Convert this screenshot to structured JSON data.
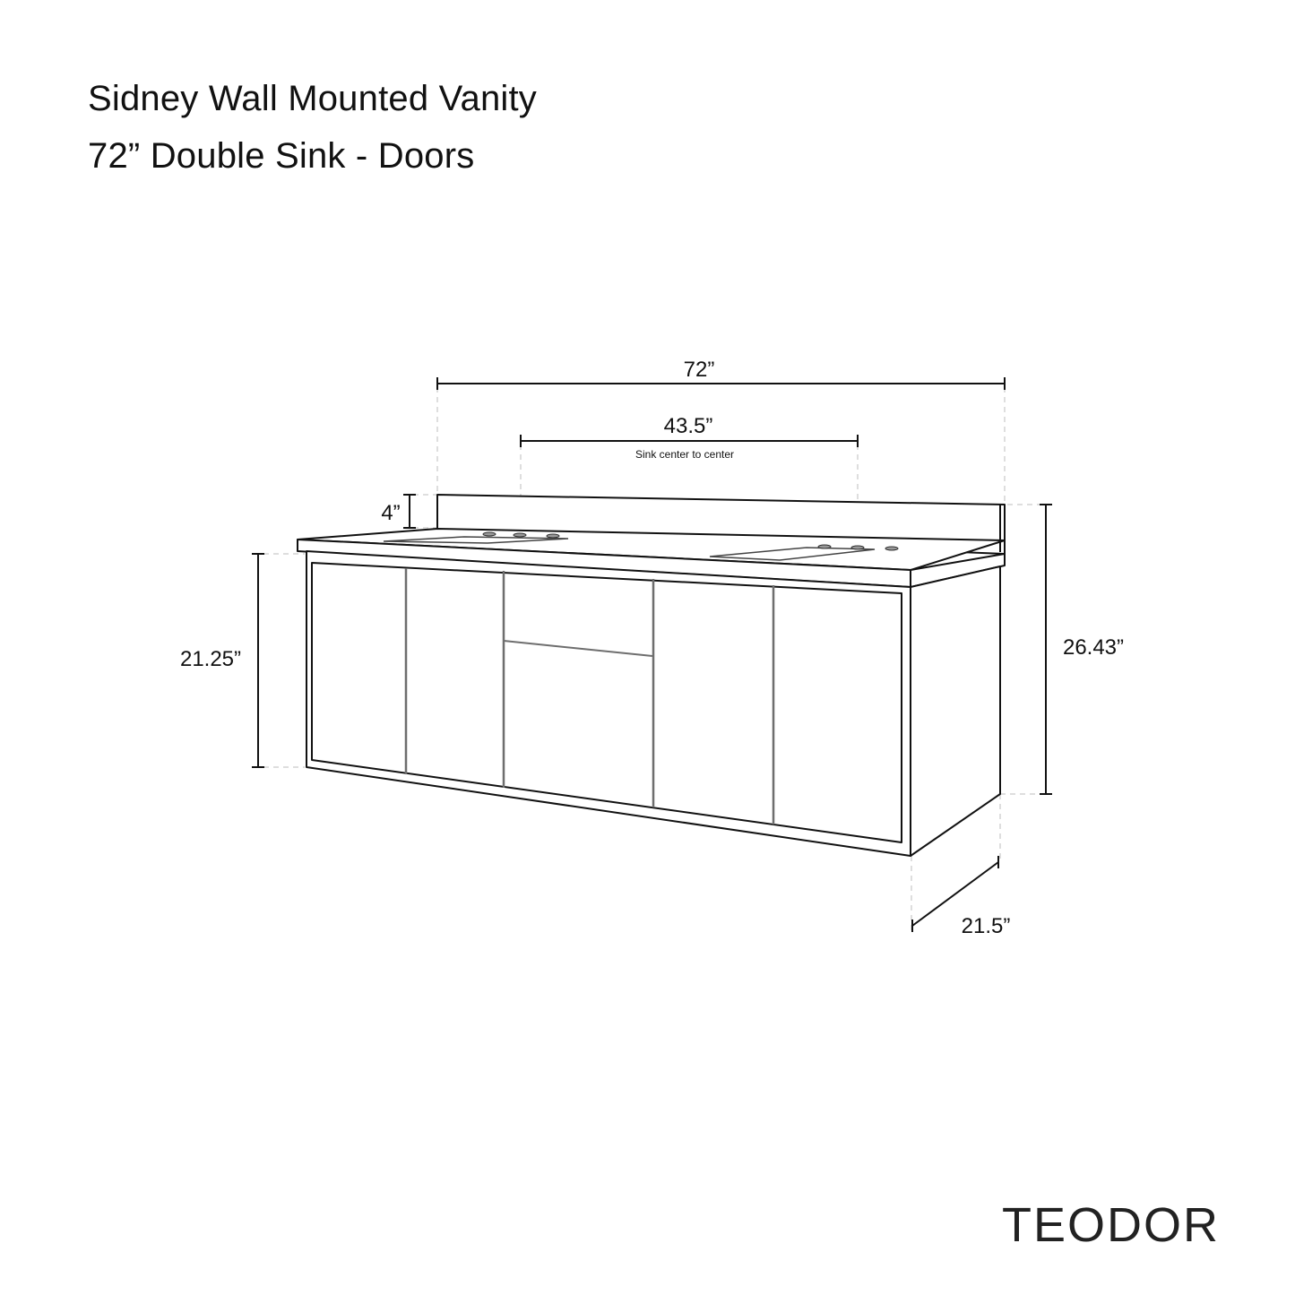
{
  "title": {
    "line1": "Sidney Wall Mounted Vanity",
    "line2": "72” Double Sink - Doors"
  },
  "brand": "TEODOR",
  "dimensions": {
    "overall_width": "72”",
    "sink_spacing": "43.5”",
    "sink_spacing_note": "Sink center to center",
    "backsplash_height": "4”",
    "cabinet_height": "21.25”",
    "total_height": "26.43”",
    "depth": "21.5”"
  },
  "components": {
    "doors": 4,
    "drawers": 2,
    "sinks": 2,
    "faucet_holes_per_sink": 3
  },
  "colors": {
    "line": "#111111",
    "panel_line": "#6e6e6e",
    "guide": "#bdbdbd",
    "background": "#ffffff"
  }
}
